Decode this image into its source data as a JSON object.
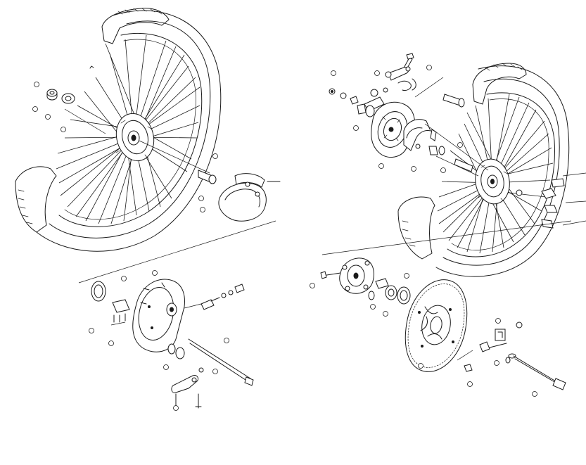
{
  "diagram": {
    "front_wheel": {
      "tire": "tire",
      "rim": "rim",
      "spokes": "spokes",
      "hub": "front-hub"
    },
    "rear_wheel": {
      "tire": "tire",
      "rim": "rim",
      "spokes": "spokes",
      "hub": "rear-hub"
    },
    "callout_labels": []
  }
}
